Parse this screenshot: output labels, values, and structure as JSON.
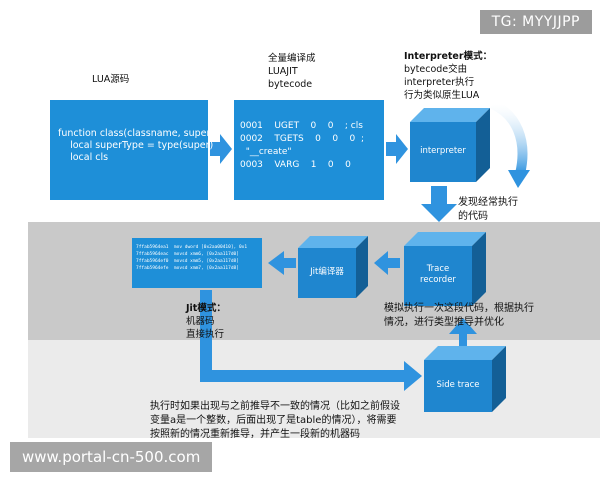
{
  "tag": "TG: MYYJJPP",
  "watermark": "www.portal-cn-500.com",
  "lua_source": {
    "label": "LUA源码",
    "code_lines": [
      "function class(classname, super)",
      "    local superType = type(super)",
      "    local cls"
    ]
  },
  "bytecode": {
    "label_lines": [
      "全量编译成",
      "LUAJIT",
      "bytecode"
    ],
    "code_lines": [
      "0001    UGET    0    0    ; cls",
      "0002    TGETS    0    0    0  ;",
      "  \"__create\"",
      "0003    VARG    1    0    0"
    ]
  },
  "interpreter": {
    "mode_label": "Interpreter模式：",
    "desc_lines": [
      "bytecode交由",
      "interpreter执行",
      "行为类似原生LUA"
    ],
    "cube_label": "interpreter"
  },
  "trace_recorder": {
    "cube_label_lines": [
      "Trace",
      "recorder"
    ],
    "hot_note_lines": [
      "发现经常执行",
      "的代码"
    ],
    "simulate_note_lines": [
      "模拟执行一次这段代码，根据执行",
      "情况，进行类型推导并优化"
    ]
  },
  "jit_compiler": {
    "cube_label": "Jit编译器"
  },
  "machine_code": {
    "lines": [
      "7ffab5964ea1  mov dword [0x2aa00410], 0x1",
      "7ffab5964eac  movsd xmm6, [0x2aa117d0]",
      "7ffab5964ef0  movsd xmm5, [0x2aa117d8]",
      "7ffab5964efe  movsd xmm7, [0x2aa117d8]"
    ]
  },
  "jit_mode": {
    "mode_label": "Jit模式：",
    "desc_lines": [
      "机器码",
      "直接执行"
    ]
  },
  "side_trace": {
    "cube_label": "Side trace",
    "note_lines": [
      "执行时如果出现与之前推导不一致的情况（比如之前假设",
      "变量a是一个整数，后面出现了是table的情况），将需要",
      "按照新的情况重新推导，并产生一段新的机器码"
    ]
  },
  "colors": {
    "box_blue": "#1e8fd8",
    "cube_front": "#1f86cf",
    "cube_top": "#5fb3ec",
    "cube_side": "#135f96",
    "arrow_blue": "#2f93df",
    "band_gray": "#c9c9c9",
    "band_light": "#ebebeb"
  }
}
